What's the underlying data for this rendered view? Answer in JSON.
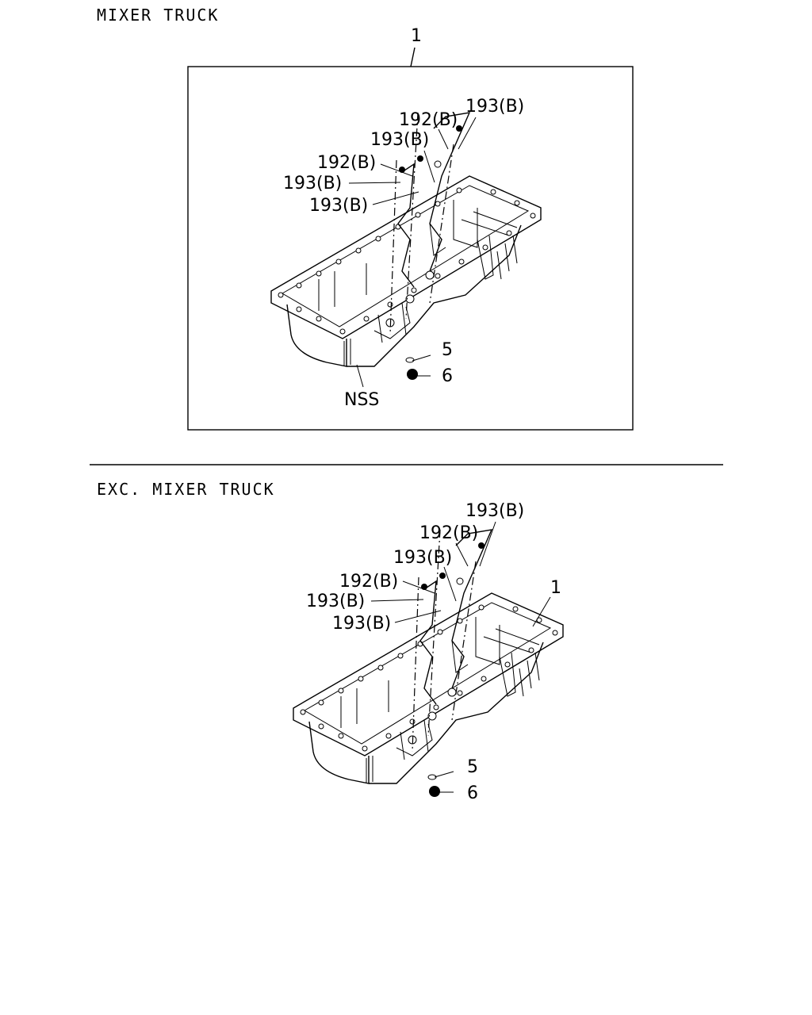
{
  "top_section": {
    "title": "MIXER TRUCK",
    "frame_label": "1",
    "callouts": {
      "a": "193(B)",
      "b": "192(B)",
      "c": "193(B)",
      "d": "192(B)",
      "e": "193(B)",
      "f": "193(B)",
      "five": "5",
      "six": "6",
      "nss": "NSS"
    }
  },
  "bottom_section": {
    "title": "EXC. MIXER TRUCK",
    "callouts": {
      "a": "193(B)",
      "b": "192(B)",
      "c": "193(B)",
      "d": "192(B)",
      "e": "193(B)",
      "f": "193(B)",
      "one": "1",
      "five": "5",
      "six": "6"
    }
  }
}
